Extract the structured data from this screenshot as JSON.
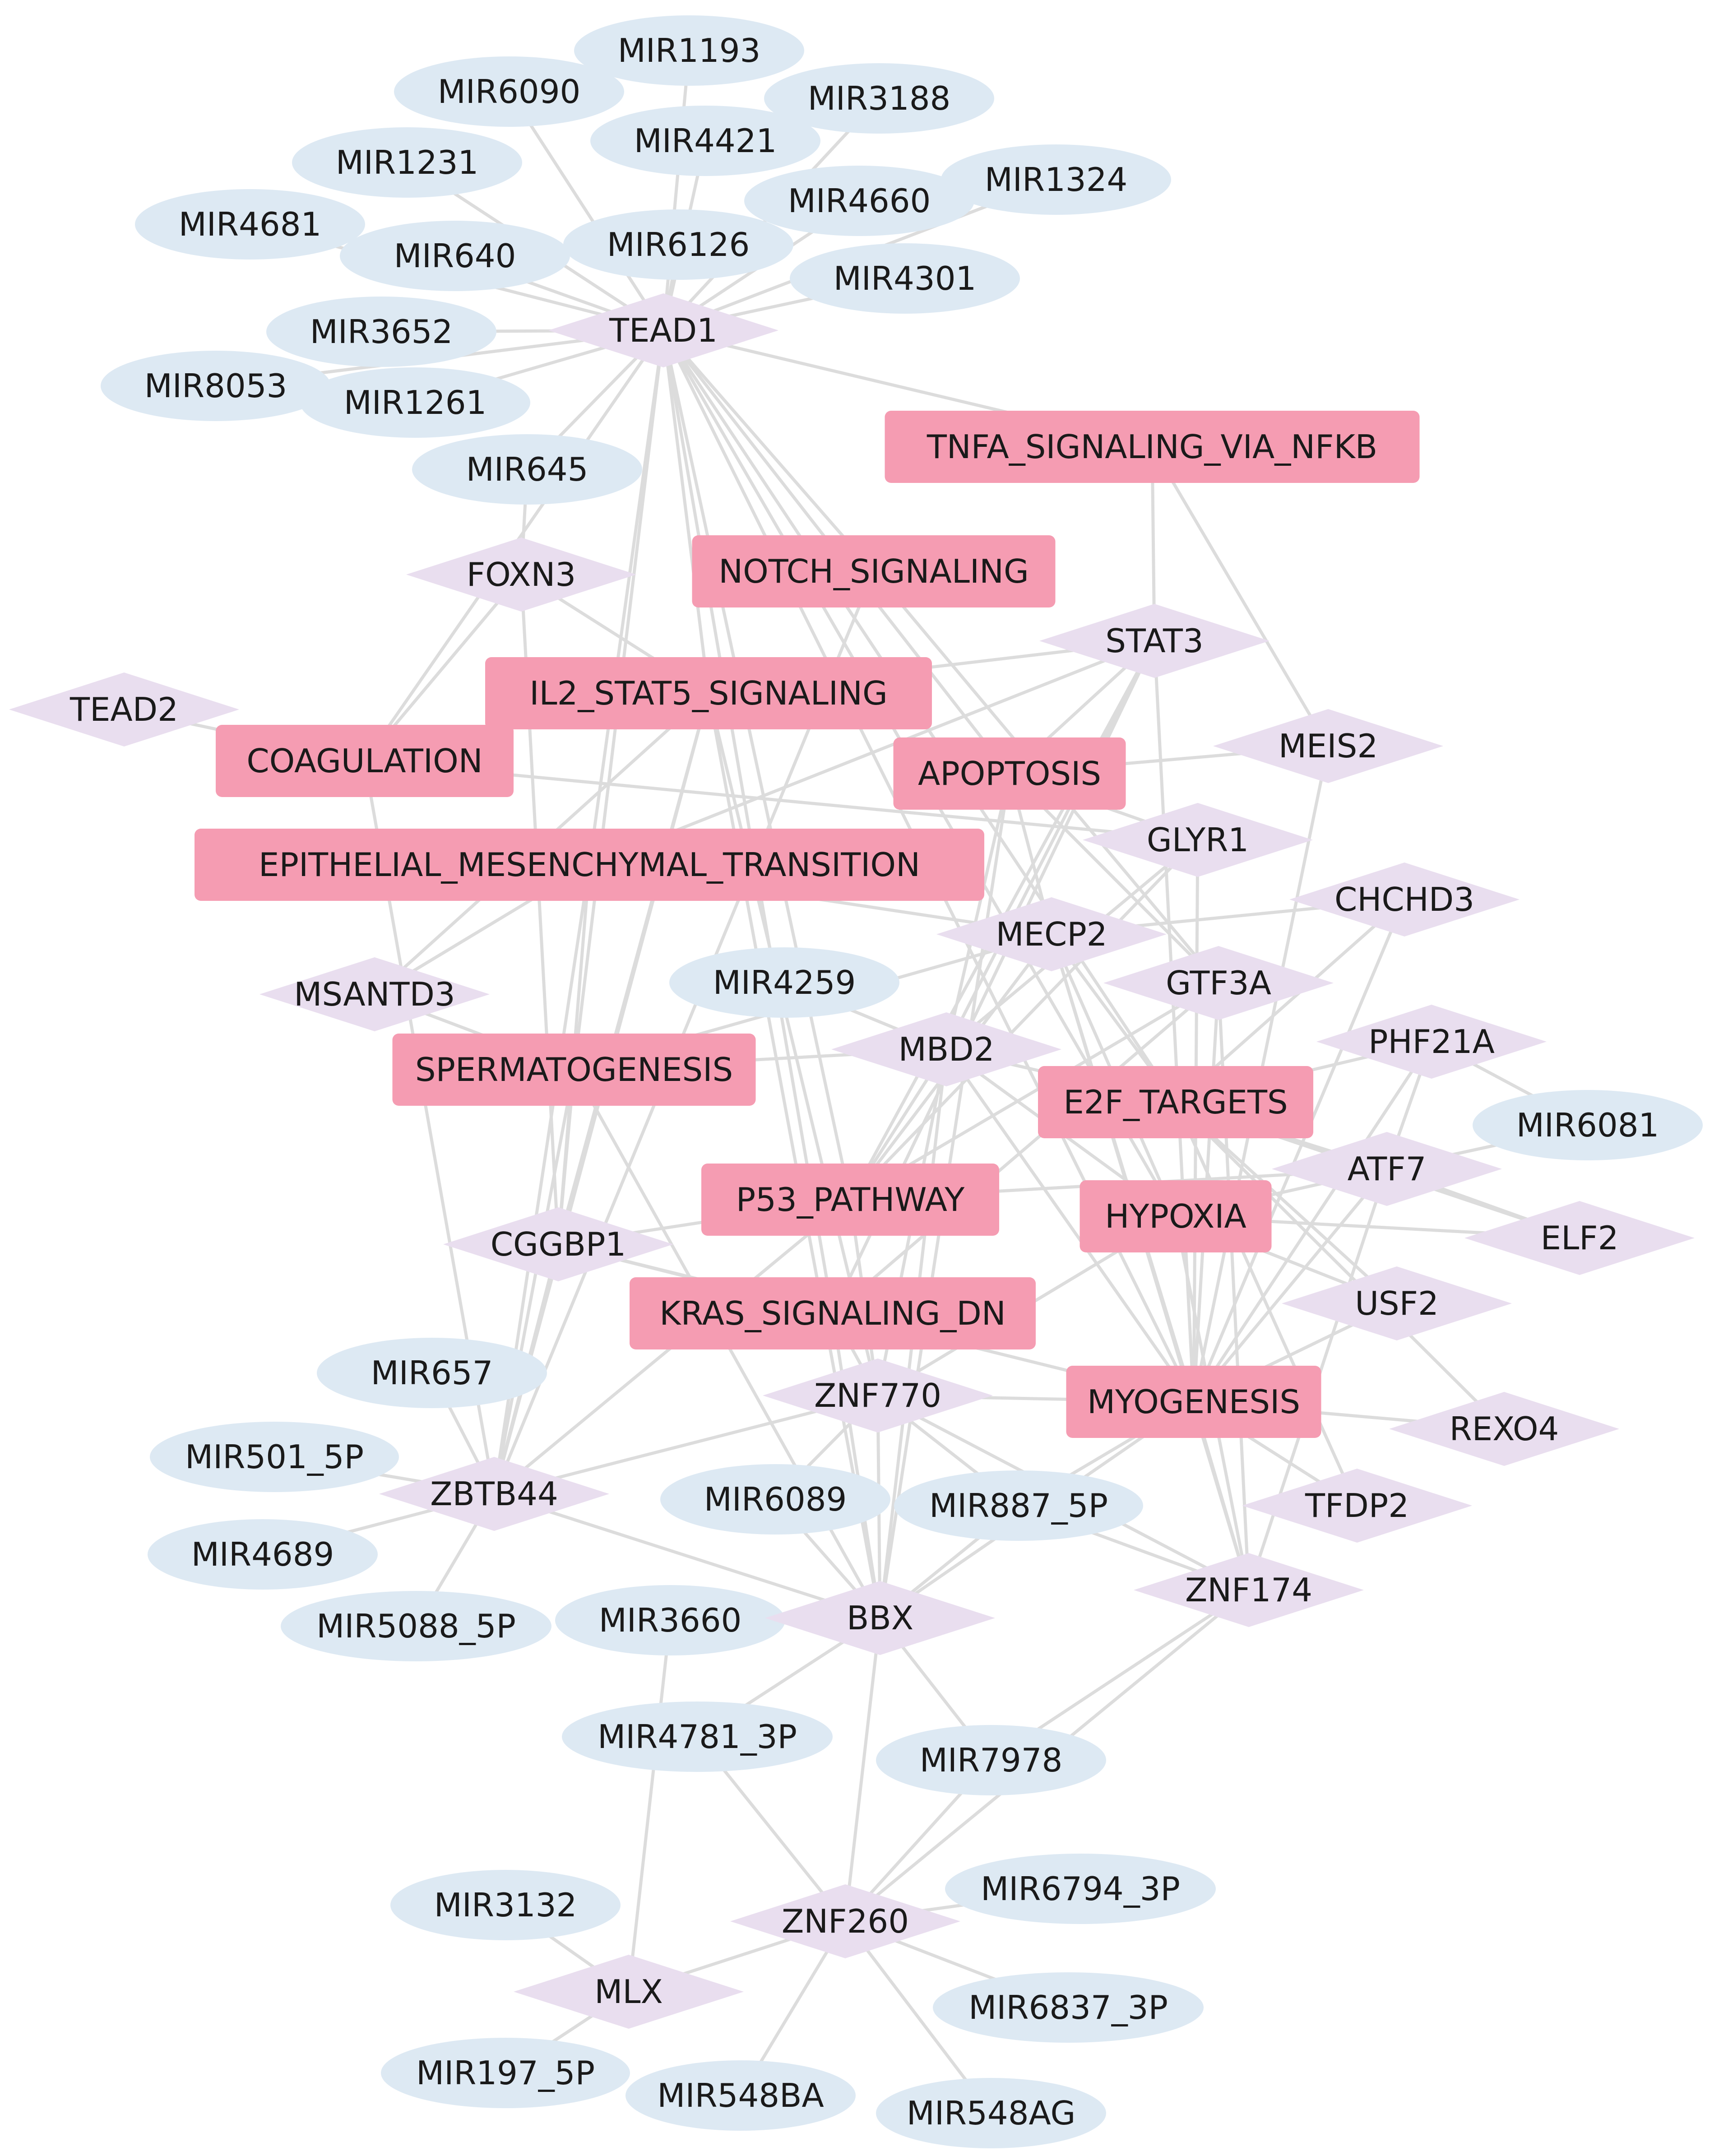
{
  "colors": {
    "mirna": "#dde9f3",
    "transcription_factor": "#e9deef",
    "pathway": "#f59cb2",
    "edge": "#dcdcdc",
    "text": "#1a1a1a"
  },
  "nodes": [
    {
      "id": "MIR1193",
      "type": "mirna"
    },
    {
      "id": "MIR6090",
      "type": "mirna"
    },
    {
      "id": "MIR3188",
      "type": "mirna"
    },
    {
      "id": "MIR4421",
      "type": "mirna"
    },
    {
      "id": "MIR1231",
      "type": "mirna"
    },
    {
      "id": "MIR4660",
      "type": "mirna"
    },
    {
      "id": "MIR1324",
      "type": "mirna"
    },
    {
      "id": "MIR4681",
      "type": "mirna"
    },
    {
      "id": "MIR6126",
      "type": "mirna"
    },
    {
      "id": "MIR640",
      "type": "mirna"
    },
    {
      "id": "MIR4301",
      "type": "mirna"
    },
    {
      "id": "MIR3652",
      "type": "mirna"
    },
    {
      "id": "TEAD1",
      "type": "tf"
    },
    {
      "id": "MIR8053",
      "type": "mirna"
    },
    {
      "id": "MIR1261",
      "type": "mirna"
    },
    {
      "id": "MIR645",
      "type": "mirna"
    },
    {
      "id": "TNFA_SIGNALING_VIA_NFKB",
      "type": "pathway"
    },
    {
      "id": "FOXN3",
      "type": "tf"
    },
    {
      "id": "NOTCH_SIGNALING",
      "type": "pathway"
    },
    {
      "id": "STAT3",
      "type": "tf"
    },
    {
      "id": "TEAD2",
      "type": "tf"
    },
    {
      "id": "IL2_STAT5_SIGNALING",
      "type": "pathway"
    },
    {
      "id": "COAGULATION",
      "type": "pathway"
    },
    {
      "id": "MEIS2",
      "type": "tf"
    },
    {
      "id": "APOPTOSIS",
      "type": "pathway"
    },
    {
      "id": "GLYR1",
      "type": "tf"
    },
    {
      "id": "EPITHELIAL_MESENCHYMAL_TRANSITION",
      "type": "pathway"
    },
    {
      "id": "CHCHD3",
      "type": "tf"
    },
    {
      "id": "MECP2",
      "type": "tf"
    },
    {
      "id": "GTF3A",
      "type": "tf"
    },
    {
      "id": "MSANTD3",
      "type": "tf"
    },
    {
      "id": "MIR4259",
      "type": "mirna"
    },
    {
      "id": "PHF21A",
      "type": "tf"
    },
    {
      "id": "MBD2",
      "type": "tf"
    },
    {
      "id": "SPERMATOGENESIS",
      "type": "pathway"
    },
    {
      "id": "E2F_TARGETS",
      "type": "pathway"
    },
    {
      "id": "MIR6081",
      "type": "mirna"
    },
    {
      "id": "ATF7",
      "type": "tf"
    },
    {
      "id": "P53_PATHWAY",
      "type": "pathway"
    },
    {
      "id": "HYPOXIA",
      "type": "pathway"
    },
    {
      "id": "ELF2",
      "type": "tf"
    },
    {
      "id": "CGGBP1",
      "type": "tf"
    },
    {
      "id": "USF2",
      "type": "tf"
    },
    {
      "id": "KRAS_SIGNALING_DN",
      "type": "pathway"
    },
    {
      "id": "MIR657",
      "type": "mirna"
    },
    {
      "id": "ZNF770",
      "type": "tf"
    },
    {
      "id": "MYOGENESIS",
      "type": "pathway"
    },
    {
      "id": "REXO4",
      "type": "tf"
    },
    {
      "id": "MIR501_5P",
      "type": "mirna"
    },
    {
      "id": "ZBTB44",
      "type": "tf"
    },
    {
      "id": "MIR6089",
      "type": "mirna"
    },
    {
      "id": "MIR887_5P",
      "type": "mirna"
    },
    {
      "id": "TFDP2",
      "type": "tf"
    },
    {
      "id": "MIR4689",
      "type": "mirna"
    },
    {
      "id": "ZNF174",
      "type": "tf"
    },
    {
      "id": "MIR5088_5P",
      "type": "mirna"
    },
    {
      "id": "MIR3660",
      "type": "mirna"
    },
    {
      "id": "BBX",
      "type": "tf"
    },
    {
      "id": "MIR4781_3P",
      "type": "mirna"
    },
    {
      "id": "MIR7978",
      "type": "mirna"
    },
    {
      "id": "MIR6794_3P",
      "type": "mirna"
    },
    {
      "id": "MIR3132",
      "type": "mirna"
    },
    {
      "id": "ZNF260",
      "type": "tf"
    },
    {
      "id": "MLX",
      "type": "tf"
    },
    {
      "id": "MIR6837_3P",
      "type": "mirna"
    },
    {
      "id": "MIR197_5P",
      "type": "mirna"
    },
    {
      "id": "MIR548BA",
      "type": "mirna"
    },
    {
      "id": "MIR548AG",
      "type": "mirna"
    }
  ],
  "edges": [
    [
      "MIR1193",
      "TEAD1"
    ],
    [
      "MIR6090",
      "TEAD1"
    ],
    [
      "MIR3188",
      "TEAD1"
    ],
    [
      "MIR4421",
      "TEAD1"
    ],
    [
      "MIR1231",
      "TEAD1"
    ],
    [
      "MIR4660",
      "TEAD1"
    ],
    [
      "MIR1324",
      "TEAD1"
    ],
    [
      "MIR4681",
      "TEAD1"
    ],
    [
      "MIR6126",
      "TEAD1"
    ],
    [
      "MIR640",
      "TEAD1"
    ],
    [
      "MIR4301",
      "TEAD1"
    ],
    [
      "MIR3652",
      "TEAD1"
    ],
    [
      "MIR8053",
      "TEAD1"
    ],
    [
      "MIR1261",
      "TEAD1"
    ],
    [
      "MIR645",
      "TEAD1"
    ],
    [
      "TEAD1",
      "TNFA_SIGNALING_VIA_NFKB"
    ],
    [
      "TEAD1",
      "NOTCH_SIGNALING"
    ],
    [
      "TEAD1",
      "IL2_STAT5_SIGNALING"
    ],
    [
      "TEAD1",
      "COAGULATION"
    ],
    [
      "TEAD1",
      "APOPTOSIS"
    ],
    [
      "TEAD1",
      "EPITHELIAL_MESENCHYMAL_TRANSITION"
    ],
    [
      "TEAD1",
      "SPERMATOGENESIS"
    ],
    [
      "TEAD1",
      "E2F_TARGETS"
    ],
    [
      "TEAD1",
      "P53_PATHWAY"
    ],
    [
      "TEAD1",
      "HYPOXIA"
    ],
    [
      "TEAD1",
      "KRAS_SIGNALING_DN"
    ],
    [
      "TEAD1",
      "MYOGENESIS"
    ],
    [
      "MIR645",
      "FOXN3"
    ],
    [
      "FOXN3",
      "COAGULATION"
    ],
    [
      "FOXN3",
      "IL2_STAT5_SIGNALING"
    ],
    [
      "FOXN3",
      "CGGBP1"
    ],
    [
      "TEAD2",
      "COAGULATION"
    ],
    [
      "STAT3",
      "TNFA_SIGNALING_VIA_NFKB"
    ],
    [
      "STAT3",
      "IL2_STAT5_SIGNALING"
    ],
    [
      "STAT3",
      "APOPTOSIS"
    ],
    [
      "STAT3",
      "EPITHELIAL_MESENCHYMAL_TRANSITION"
    ],
    [
      "STAT3",
      "MBD2"
    ],
    [
      "STAT3",
      "P53_PATHWAY"
    ],
    [
      "STAT3",
      "MYOGENESIS"
    ],
    [
      "STAT3",
      "KRAS_SIGNALING_DN"
    ],
    [
      "MEIS2",
      "TNFA_SIGNALING_VIA_NFKB"
    ],
    [
      "MEIS2",
      "APOPTOSIS"
    ],
    [
      "MEIS2",
      "MYOGENESIS"
    ],
    [
      "GLYR1",
      "APOPTOSIS"
    ],
    [
      "GLYR1",
      "COAGULATION"
    ],
    [
      "GLYR1",
      "P53_PATHWAY"
    ],
    [
      "GLYR1",
      "MYOGENESIS"
    ],
    [
      "GLYR1",
      "MBD2"
    ],
    [
      "CHCHD3",
      "MYOGENESIS"
    ],
    [
      "CHCHD3",
      "E2F_TARGETS"
    ],
    [
      "CHCHD3",
      "MECP2"
    ],
    [
      "MECP2",
      "APOPTOSIS"
    ],
    [
      "MECP2",
      "EPITHELIAL_MESENCHYMAL_TRANSITION"
    ],
    [
      "MECP2",
      "SPERMATOGENESIS"
    ],
    [
      "MECP2",
      "P53_PATHWAY"
    ],
    [
      "MECP2",
      "HYPOXIA"
    ],
    [
      "MECP2",
      "MYOGENESIS"
    ],
    [
      "MECP2",
      "E2F_TARGETS"
    ],
    [
      "MECP2",
      "ZNF174"
    ],
    [
      "GTF3A",
      "APOPTOSIS"
    ],
    [
      "GTF3A",
      "NOTCH_SIGNALING"
    ],
    [
      "GTF3A",
      "P53_PATHWAY"
    ],
    [
      "GTF3A",
      "MYOGENESIS"
    ],
    [
      "GTF3A",
      "KRAS_SIGNALING_DN"
    ],
    [
      "GTF3A",
      "ZNF174"
    ],
    [
      "MSANTD3",
      "EPITHELIAL_MESENCHYMAL_TRANSITION"
    ],
    [
      "MSANTD3",
      "SPERMATOGENESIS"
    ],
    [
      "MSANTD3",
      "IL2_STAT5_SIGNALING"
    ],
    [
      "MIR4259",
      "MBD2"
    ],
    [
      "PHF21A",
      "MIR6081"
    ],
    [
      "PHF21A",
      "ATF7"
    ],
    [
      "PHF21A",
      "E2F_TARGETS"
    ],
    [
      "PHF21A",
      "MYOGENESIS"
    ],
    [
      "MBD2",
      "SPERMATOGENESIS"
    ],
    [
      "MBD2",
      "E2F_TARGETS"
    ],
    [
      "MBD2",
      "P53_PATHWAY"
    ],
    [
      "MBD2",
      "HYPOXIA"
    ],
    [
      "MBD2",
      "MYOGENESIS"
    ],
    [
      "MBD2",
      "ZNF770"
    ],
    [
      "MBD2",
      "APOPTOSIS"
    ],
    [
      "ATF7",
      "MIR6081"
    ],
    [
      "ATF7",
      "E2F_TARGETS"
    ],
    [
      "ATF7",
      "HYPOXIA"
    ],
    [
      "ATF7",
      "ELF2"
    ],
    [
      "ATF7",
      "MYOGENESIS"
    ],
    [
      "ATF7",
      "P53_PATHWAY"
    ],
    [
      "ATF7",
      "ZNF174"
    ],
    [
      "ELF2",
      "HYPOXIA"
    ],
    [
      "ELF2",
      "E2F_TARGETS"
    ],
    [
      "USF2",
      "HYPOXIA"
    ],
    [
      "USF2",
      "MYOGENESIS"
    ],
    [
      "USF2",
      "E2F_TARGETS"
    ],
    [
      "REXO4",
      "MYOGENESIS"
    ],
    [
      "REXO4",
      "E2F_TARGETS"
    ],
    [
      "TFDP2",
      "MYOGENESIS"
    ],
    [
      "TFDP2",
      "E2F_TARGETS"
    ],
    [
      "CGGBP1",
      "SPERMATOGENESIS"
    ],
    [
      "CGGBP1",
      "P53_PATHWAY"
    ],
    [
      "CGGBP1",
      "KRAS_SIGNALING_DN"
    ],
    [
      "CGGBP1",
      "IL2_STAT5_SIGNALING"
    ],
    [
      "CGGBP1",
      "EPITHELIAL_MESENCHYMAL_TRANSITION"
    ],
    [
      "CGGBP1",
      "MYOGENESIS"
    ],
    [
      "CGGBP1",
      "ZBTB44"
    ],
    [
      "ZNF770",
      "KRAS_SIGNALING_DN"
    ],
    [
      "ZNF770",
      "P53_PATHWAY"
    ],
    [
      "ZNF770",
      "MYOGENESIS"
    ],
    [
      "ZNF770",
      "MIR887_5P"
    ],
    [
      "ZNF770",
      "MIR6089"
    ],
    [
      "ZNF770",
      "ZBTB44"
    ],
    [
      "ZNF770",
      "IL2_STAT5_SIGNALING"
    ],
    [
      "ZNF770",
      "HYPOXIA"
    ],
    [
      "ZNF770",
      "ZNF174"
    ],
    [
      "ZBTB44",
      "MIR657"
    ],
    [
      "ZBTB44",
      "MIR501_5P"
    ],
    [
      "ZBTB44",
      "MIR4689"
    ],
    [
      "ZBTB44",
      "MIR5088_5P"
    ],
    [
      "ZBTB44",
      "BBX"
    ],
    [
      "ZBTB44",
      "SPERMATOGENESIS"
    ],
    [
      "ZBTB44",
      "IL2_STAT5_SIGNALING"
    ],
    [
      "ZBTB44",
      "COAGULATION"
    ],
    [
      "ZBTB44",
      "EPITHELIAL_MESENCHYMAL_TRANSITION"
    ],
    [
      "ZBTB44",
      "NOTCH_SIGNALING"
    ],
    [
      "ZBTB44",
      "P53_PATHWAY"
    ],
    [
      "BBX",
      "MIR3660"
    ],
    [
      "BBX",
      "MIR4781_3P"
    ],
    [
      "BBX",
      "MIR7978"
    ],
    [
      "BBX",
      "MIR887_5P"
    ],
    [
      "BBX",
      "ZNF770"
    ],
    [
      "BBX",
      "KRAS_SIGNALING_DN"
    ],
    [
      "BBX",
      "MYOGENESIS"
    ],
    [
      "BBX",
      "ZNF260"
    ],
    [
      "BBX",
      "MIR6089"
    ],
    [
      "BBX",
      "SPERMATOGENESIS"
    ],
    [
      "BBX",
      "IL2_STAT5_SIGNALING"
    ],
    [
      "BBX",
      "APOPTOSIS"
    ],
    [
      "BBX",
      "MBD2"
    ],
    [
      "ZNF174",
      "MIR887_5P"
    ],
    [
      "ZNF174",
      "MIR7978"
    ],
    [
      "ZNF174",
      "MYOGENESIS"
    ],
    [
      "ZNF174",
      "HYPOXIA"
    ],
    [
      "ZNF174",
      "ZNF260"
    ],
    [
      "MIR887_5P",
      "MYOGENESIS"
    ],
    [
      "ZNF260",
      "MIR6794_3P"
    ],
    [
      "ZNF260",
      "MIR6837_3P"
    ],
    [
      "ZNF260",
      "MIR548BA"
    ],
    [
      "ZNF260",
      "MIR548AG"
    ],
    [
      "ZNF260",
      "MLX"
    ],
    [
      "ZNF260",
      "MIR4781_3P"
    ],
    [
      "ZNF260",
      "MIR7978"
    ],
    [
      "MLX",
      "MIR3132"
    ],
    [
      "MLX",
      "MIR197_5P"
    ],
    [
      "MLX",
      "MIR3660"
    ]
  ]
}
